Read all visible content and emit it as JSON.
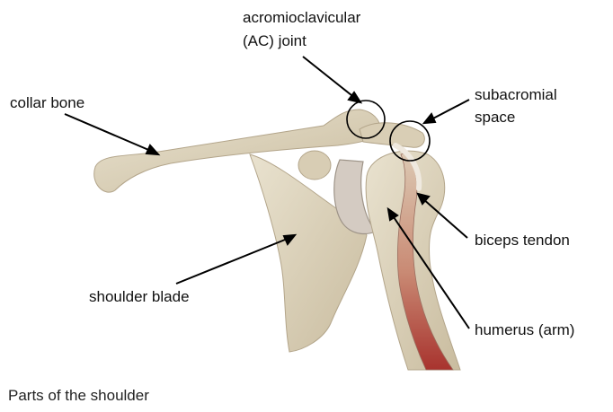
{
  "diagram": {
    "labels": {
      "ac_joint_line1": "acromioclavicular",
      "ac_joint_line2": "(AC) joint",
      "collar_bone": "collar bone",
      "subacromial_line1": "subacromial",
      "subacromial_line2": "space",
      "biceps_tendon": "biceps tendon",
      "shoulder_blade": "shoulder blade",
      "humerus": "humerus (arm)"
    },
    "caption": "Parts of the shoulder"
  },
  "colors": {
    "bone": "#ddd3bd",
    "bone_shadow": "#b8ab90",
    "cartilage": "#cfc6bd",
    "muscle": "#c2504a",
    "tendon": "#e3dcd2",
    "line": "#000000"
  }
}
